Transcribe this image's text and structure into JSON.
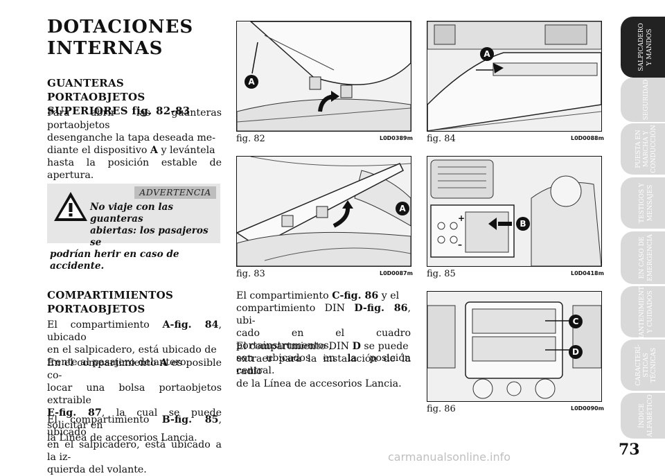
{
  "title_lines": [
    "DOTACIONES",
    "INTERNAS"
  ],
  "section1": {
    "heading_lines": [
      "GUANTERAS PORTAOBJETOS",
      "SUPERIORES fig. 82-83"
    ],
    "paragraph": [
      "Para abrir las guanteras portaobjetos",
      "desenganche la tapa deseada me-",
      "diante el dispositivo ",
      "A",
      " y levántela",
      "hasta la posición estable de apertura."
    ]
  },
  "warning": {
    "header": "ADVERTENCIA",
    "lines": [
      "No viaje con las guanteras",
      "abiertas: los pasajeros se",
      "podrían herir en caso de accidente."
    ]
  },
  "section2": {
    "heading_lines": [
      "COMPARTIMIENTOS",
      "PORTAOBJETOS"
    ],
    "p1": [
      "El compartimiento ",
      "A-fig. 84",
      ", ubicado",
      "en el salpicadero, está ubicado de",
      "frente al pasajero delantero."
    ],
    "p2": [
      "En el compartimiento ",
      "A",
      " es posible co-",
      "locar una bolsa portaobjetos extraible",
      "E-fig. 87",
      ", la cual se puede solicitar en",
      "la Línea de accesorios Lancia."
    ],
    "p3": [
      "El compartimiento ",
      "B-fig. 85",
      ", ubicado",
      "en el salpicadero, está ubicado a la iz-",
      "quierda del volante."
    ]
  },
  "section3": {
    "p1": [
      "El compartimiento ",
      "C-fig. 86",
      " y el",
      "compartimiento DIN ",
      "D-fig. 86",
      ", ubi-",
      "cado en el cuadro portainstrumentos,",
      "son ubicados en la posición central."
    ],
    "p2": [
      "El compartmiento DIN ",
      "D",
      " se puede",
      "extraer para la instalación de la radio",
      "de la Línea de accesorios Lancia."
    ]
  },
  "figures": [
    {
      "caption": "fig. 82",
      "code": "L0D0389m",
      "labels": [
        "A"
      ]
    },
    {
      "caption": "fig. 83",
      "code": "L0D0087m",
      "labels": [
        "A"
      ]
    },
    {
      "caption": "fig. 84",
      "code": "L0D0088m",
      "labels": [
        "A"
      ]
    },
    {
      "caption": "fig. 85",
      "code": "L0D0418m",
      "labels": [
        "B",
        "+",
        "–"
      ]
    },
    {
      "caption": "fig. 86",
      "code": "L0D0090m",
      "labels": [
        "C",
        "D"
      ]
    }
  ],
  "tabs": [
    {
      "lines": [
        "SALPICADERO",
        "Y MANDOS"
      ],
      "active": true
    },
    {
      "lines": [
        "SEGURIDAD"
      ],
      "active": false
    },
    {
      "lines": [
        "PUESTA EN",
        "MARCHA Y",
        "CONDUCCIÓN"
      ],
      "active": false
    },
    {
      "lines": [
        "TESTIGOS Y",
        "MENSAJES"
      ],
      "active": false
    },
    {
      "lines": [
        "EN CASO DE",
        "EMERGENCIA"
      ],
      "active": false
    },
    {
      "lines": [
        "MANTENIMIENTO",
        "Y CUIDADOS"
      ],
      "active": false
    },
    {
      "lines": [
        "CARACTERÍ-",
        "STICAS",
        "TÉCNICAS"
      ],
      "active": false
    },
    {
      "lines": [
        "ÍNDICE",
        "ALFABÉTICO"
      ],
      "active": false
    }
  ],
  "page_number": "73",
  "watermark": "carmanualsonline.info"
}
